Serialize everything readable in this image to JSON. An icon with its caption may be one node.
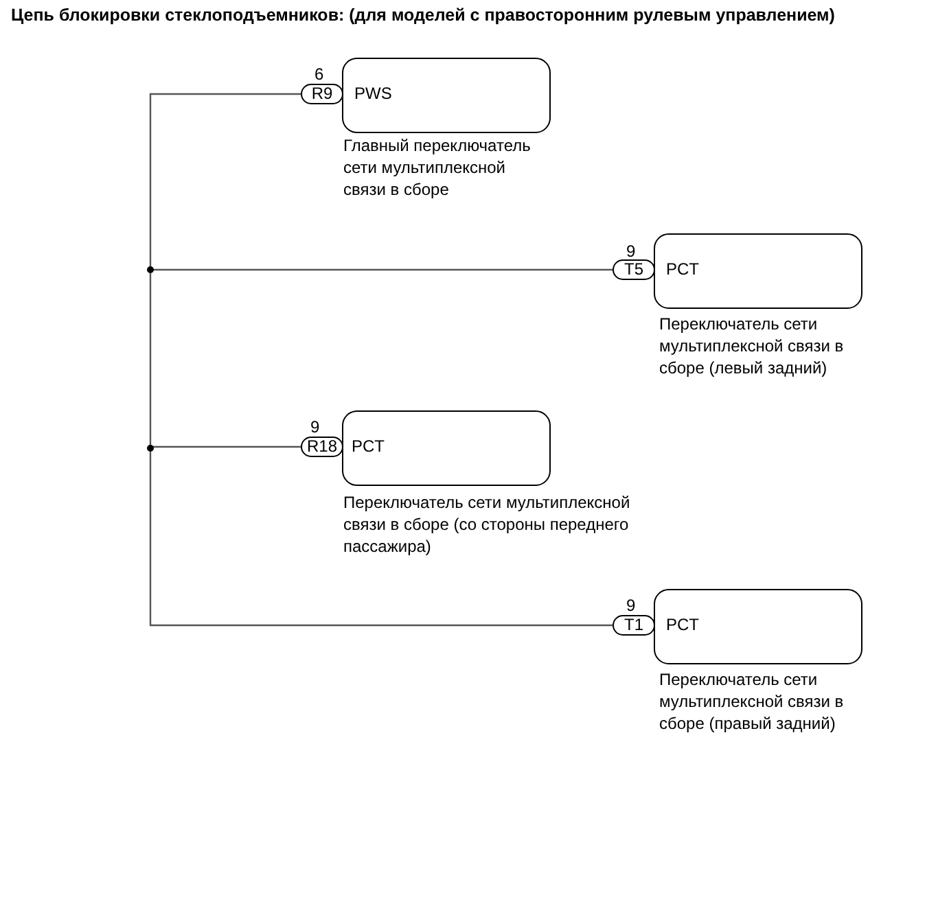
{
  "diagram": {
    "title": "Цепь блокировки стеклоподъемников: (для моделей с правосторонним рулевым управлением)",
    "nodes": [
      {
        "text": [
          "PWS"
        ],
        "beside": [
          "Главный переключатель сети мультиплексной связи в сборе"
        ]
      },
      {
        "text": [
          "R9"
        ],
        "beside": [
          "6"
        ]
      },
      {
        "text": [
          "PCT"
        ],
        "beside": [
          "Переключатель сети мультиплексной связи в сборе (левый задний)"
        ]
      },
      {
        "text": [
          "T5"
        ],
        "beside": [
          "9"
        ]
      },
      {
        "text": [
          "PCT"
        ],
        "beside": [
          "Переключатель сети мультиплексной связи в сборе (со стороны переднего пассажира)"
        ]
      },
      {
        "text": [
          "R18"
        ],
        "beside": [
          "9"
        ]
      },
      {
        "text": [
          "PCT"
        ],
        "beside": [
          "Переключатель сети мультиплексной связи в сборе (правый задний)"
        ]
      },
      {
        "text": [
          "T1"
        ],
        "beside": [
          "9"
        ]
      },
      {
        "text": [],
        "shape": "circle"
      },
      {
        "text": [],
        "shape": "circle"
      }
    ],
    "edges": [
      {
        "from": 1,
        "to": 8,
        "arrow": "none"
      },
      {
        "from": 8,
        "to": 3,
        "arrow": "none"
      },
      {
        "from": 8,
        "to": 9,
        "arrow": "none"
      },
      {
        "from": 9,
        "to": 5,
        "arrow": "none"
      },
      {
        "from": 9,
        "to": 7,
        "arrow": "none"
      }
    ]
  }
}
